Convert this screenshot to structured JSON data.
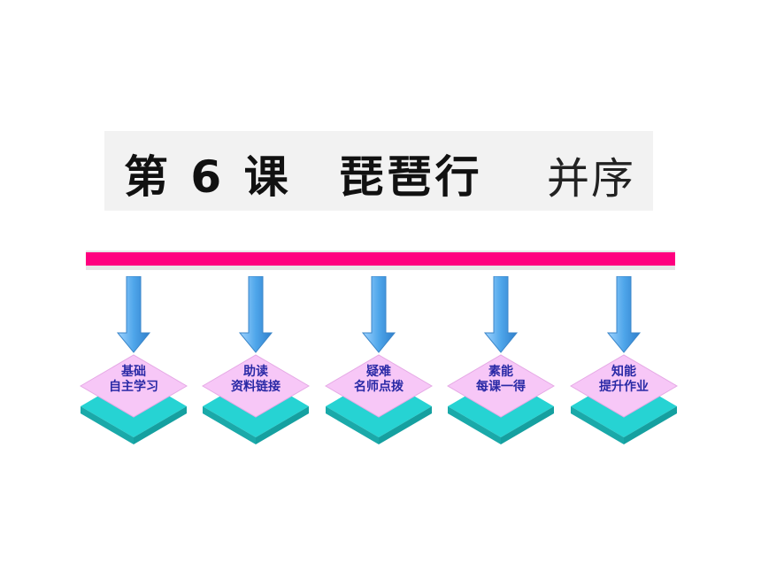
{
  "title": {
    "main": "第 6 课　琵琶行",
    "sub": "并序"
  },
  "nodes": [
    {
      "line1": "基础",
      "line2": "自主学习"
    },
    {
      "line1": "助读",
      "line2": "资料链接"
    },
    {
      "line1": "疑难",
      "line2": "名师点拨"
    },
    {
      "line1": "素能",
      "line2": "每课一得"
    },
    {
      "line1": "知能",
      "line2": "提升作业"
    }
  ],
  "colors": {
    "bar": "#ff007f",
    "arrow": "#4fa6ea",
    "tile_top": "#f7c7f7",
    "tile_base": "#26d3d3",
    "label": "#2a2aa6"
  }
}
